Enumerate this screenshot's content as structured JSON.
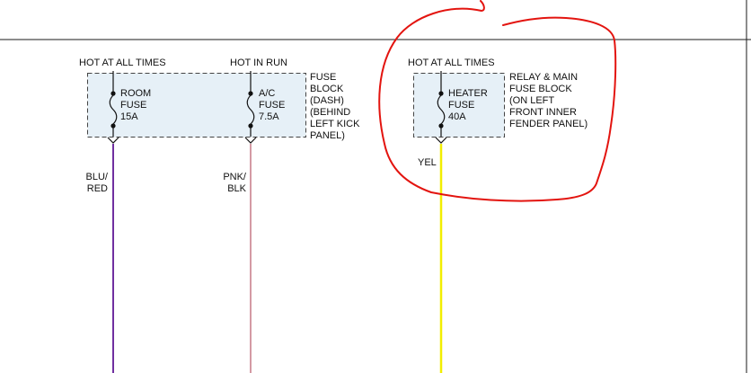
{
  "colors": {
    "fuse_block_fill": "#e6f0f7",
    "wire_blu_red": "#7030a0",
    "wire_pnk_blk": "#d49aa4",
    "wire_yel": "#f2ee00",
    "highlight": "#e3140f"
  },
  "fuse_block_dash": {
    "location_lines": [
      "FUSE",
      "BLOCK",
      "(DASH)",
      "(BEHIND",
      "LEFT KICK",
      "PANEL)"
    ],
    "fuses": [
      {
        "power_label": "HOT AT ALL TIMES",
        "lines": [
          "ROOM",
          "FUSE",
          "15A"
        ],
        "wire_color_lines": [
          "BLU/",
          "RED"
        ]
      },
      {
        "power_label": "HOT IN RUN",
        "lines": [
          "A/C",
          "FUSE",
          "7.5A"
        ],
        "wire_color_lines": [
          "PNK/",
          "BLK"
        ]
      }
    ]
  },
  "relay_main_fuse_block": {
    "location_lines": [
      "RELAY & MAIN",
      "FUSE BLOCK",
      "(ON LEFT",
      "FRONT INNER",
      "FENDER PANEL)"
    ],
    "fuses": [
      {
        "power_label": "HOT AT ALL TIMES",
        "lines": [
          "HEATER",
          "FUSE",
          "40A"
        ],
        "wire_color_lines": [
          "YEL"
        ]
      }
    ]
  }
}
